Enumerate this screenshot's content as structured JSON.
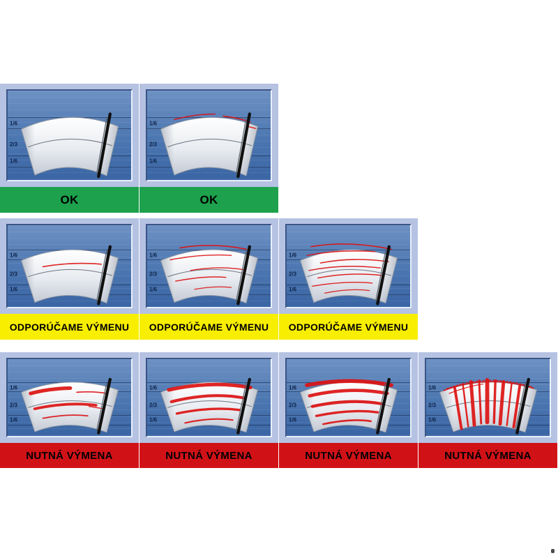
{
  "chart": {
    "title": "wiper-blade-wear-guide",
    "statuses": {
      "ok": {
        "label": "OK",
        "band_color": "#1ea14d",
        "text_color": "#000000"
      },
      "recommend": {
        "label": "ODPORÚČAME VÝMENU",
        "band_color": "#f8ee00",
        "text_color": "#000000"
      },
      "required": {
        "label": "NUTNÁ VÝMENA",
        "band_color": "#d01217",
        "text_color": "#000000"
      }
    },
    "scale": [
      "1/6",
      "2/3",
      "1/6"
    ],
    "rows": [
      {
        "status": "ok",
        "cells": [
          {
            "wear": 0
          },
          {
            "wear": 1
          }
        ]
      },
      {
        "status": "recommend",
        "cells": [
          {
            "wear": 2
          },
          {
            "wear": 3
          },
          {
            "wear": 4
          }
        ]
      },
      {
        "status": "required",
        "cells": [
          {
            "wear": 5
          },
          {
            "wear": 6
          },
          {
            "wear": 7
          },
          {
            "wear": 8
          }
        ]
      }
    ],
    "colors": {
      "frame": "#b5c2e2",
      "panel_top": "#6e91c3",
      "panel_bottom": "#3a65a4",
      "streak_red": "#dc1212",
      "blade_black": "#101010"
    }
  }
}
